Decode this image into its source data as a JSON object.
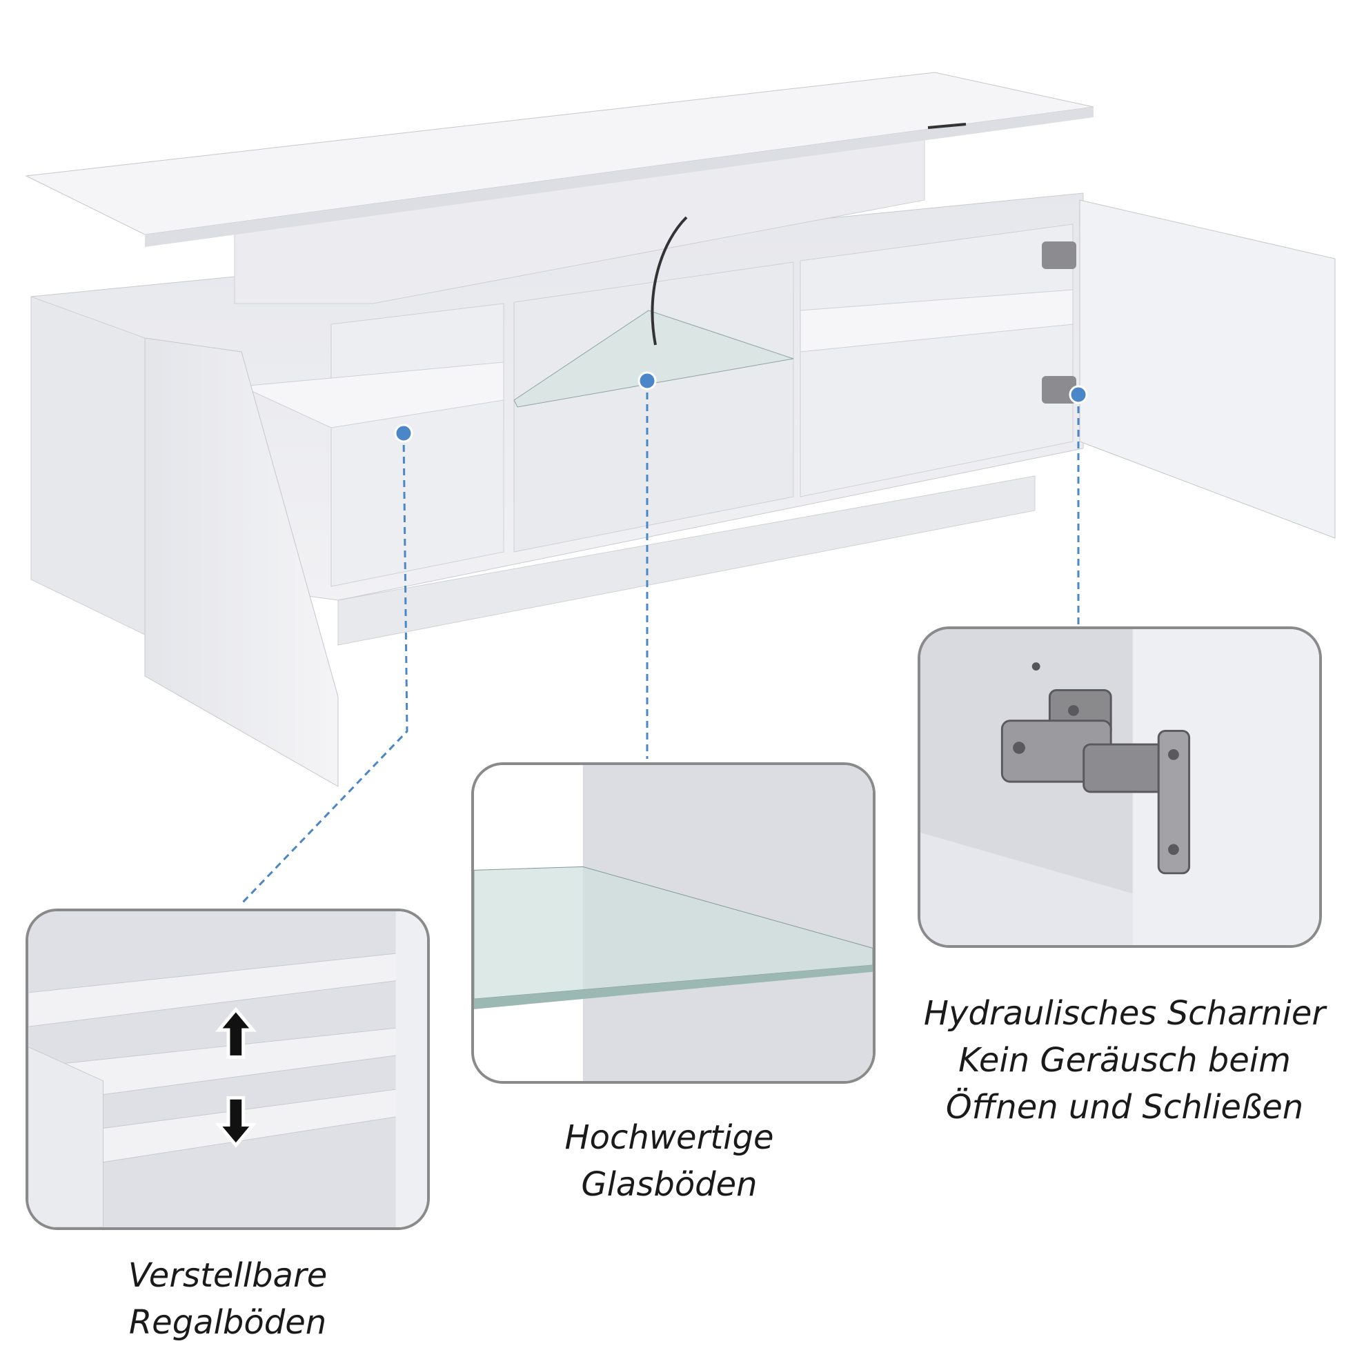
{
  "callouts": {
    "shelf": {
      "line1": "Verstellbare",
      "line2": "Regalböden",
      "icon": "up-down-arrows-icon"
    },
    "glass": {
      "line1": "Hochwertige",
      "line2": "Glasböden"
    },
    "hinge": {
      "line1": "Hydraulisches Scharnier",
      "line2": "Kein Geräusch beim",
      "line3": "Öffnen und Schließen"
    }
  },
  "colors": {
    "accent_dot": "#4a86c8",
    "leader_line": "#4a86c8",
    "panel_border": "#8a8a8a",
    "furniture_white": "#f2f2f4"
  }
}
